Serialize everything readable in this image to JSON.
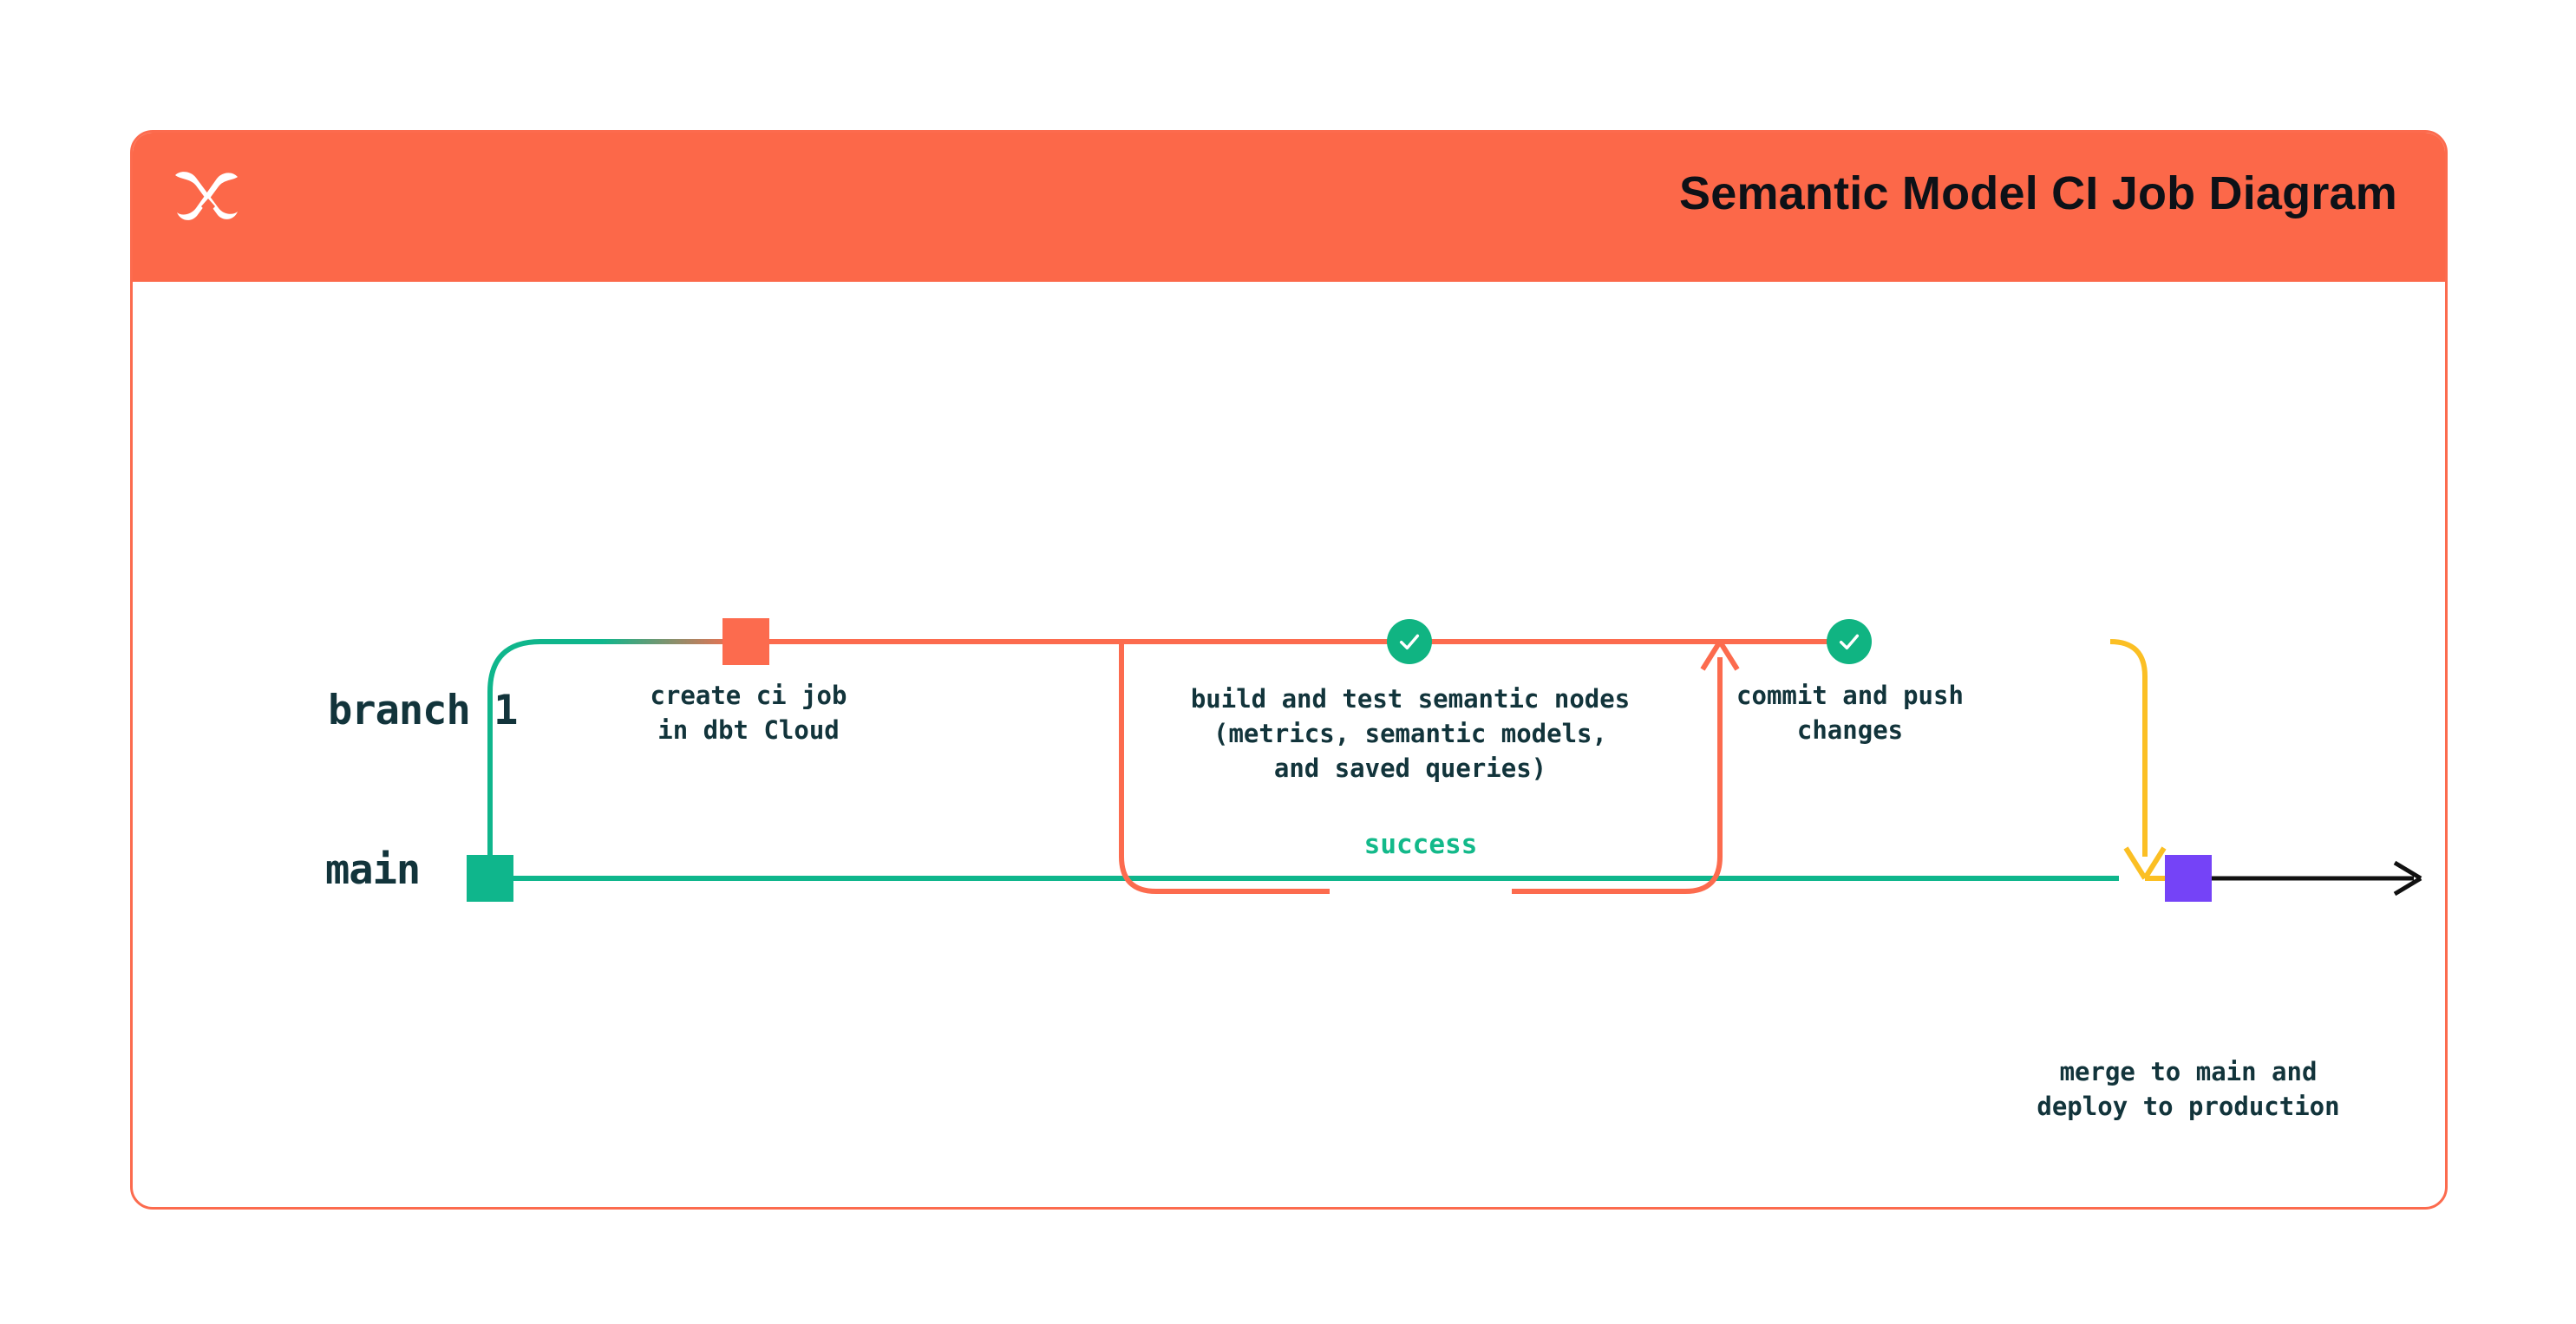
{
  "header": {
    "title": "Semantic Model CI Job Diagram",
    "logo_icon": "dbt-x-logo-icon",
    "background_color": "#FC6849"
  },
  "card": {
    "border_color": "#FC6B4E",
    "background_color": "#FFFFFF"
  },
  "lanes": [
    {
      "id": "branch",
      "label": "branch 1"
    },
    {
      "id": "main",
      "label": "main"
    }
  ],
  "steps": [
    {
      "id": "create-ci-job",
      "marker": "square",
      "marker_color": "#FC6B4E",
      "caption": "create ci job\nin dbt Cloud"
    },
    {
      "id": "build-and-test",
      "marker": "check-circle",
      "marker_color": "#10B482",
      "caption": "build and test semantic nodes\n(metrics, semantic models,\nand saved queries)"
    },
    {
      "id": "commit-and-push",
      "marker": "check-circle",
      "marker_color": "#10B482",
      "caption": "commit and push\nchanges"
    },
    {
      "id": "merge-to-main",
      "marker": "square",
      "marker_color": "#7543F7",
      "caption": "merge to main and\ndeploy to production"
    }
  ],
  "loop": {
    "label": "success",
    "label_color": "#13B98A",
    "line_color": "#FC6B4E"
  },
  "colors": {
    "orange": "#FC6B4E",
    "teal": "#0FB68C",
    "green": "#10B482",
    "yellow": "#FBBF24",
    "purple": "#7543F7",
    "navy": "#12343B",
    "black": "#000000"
  },
  "main_branch": {
    "start_marker_color": "#0FB68C",
    "line_color": "#0FB68C",
    "arrow_color": "#000000"
  }
}
